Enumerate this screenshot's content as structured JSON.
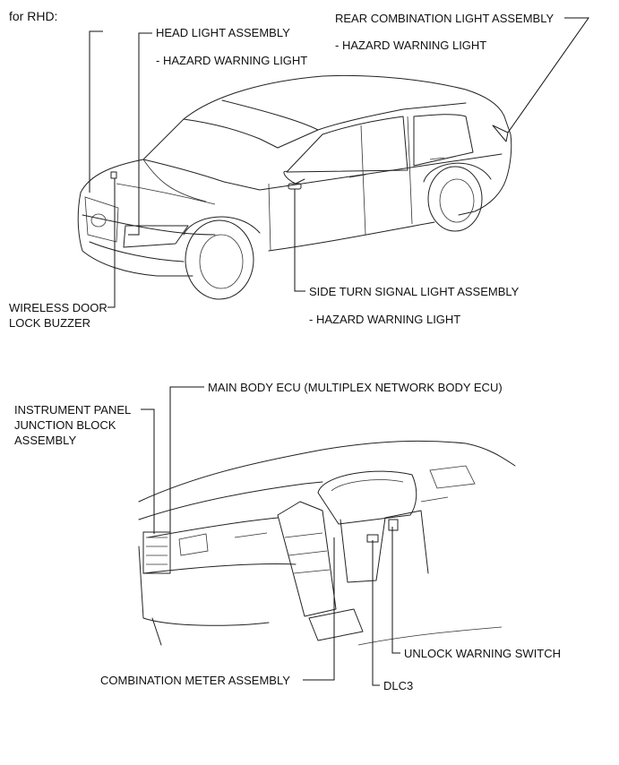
{
  "header": {
    "title": "for RHD:"
  },
  "car_labels": {
    "head_light": "HEAD LIGHT ASSEMBLY",
    "head_light_sub": "- HAZARD WARNING LIGHT",
    "rear_combination": "REAR COMBINATION LIGHT ASSEMBLY",
    "rear_combination_sub": "- HAZARD WARNING LIGHT",
    "side_turn": "SIDE TURN SIGNAL LIGHT ASSEMBLY",
    "side_turn_sub": "- HAZARD WARNING LIGHT",
    "buzzer_line1": "WIRELESS DOOR",
    "buzzer_line2": "LOCK BUZZER"
  },
  "dash_labels": {
    "main_body_ecu": "MAIN BODY ECU (MULTIPLEX NETWORK BODY ECU)",
    "junction_line1": "INSTRUMENT PANEL",
    "junction_line2": "JUNCTION BLOCK",
    "junction_line3": "ASSEMBLY",
    "unlock_switch": "UNLOCK WARNING SWITCH",
    "combination_meter": "COMBINATION METER ASSEMBLY",
    "dlc3": "DLC3"
  }
}
